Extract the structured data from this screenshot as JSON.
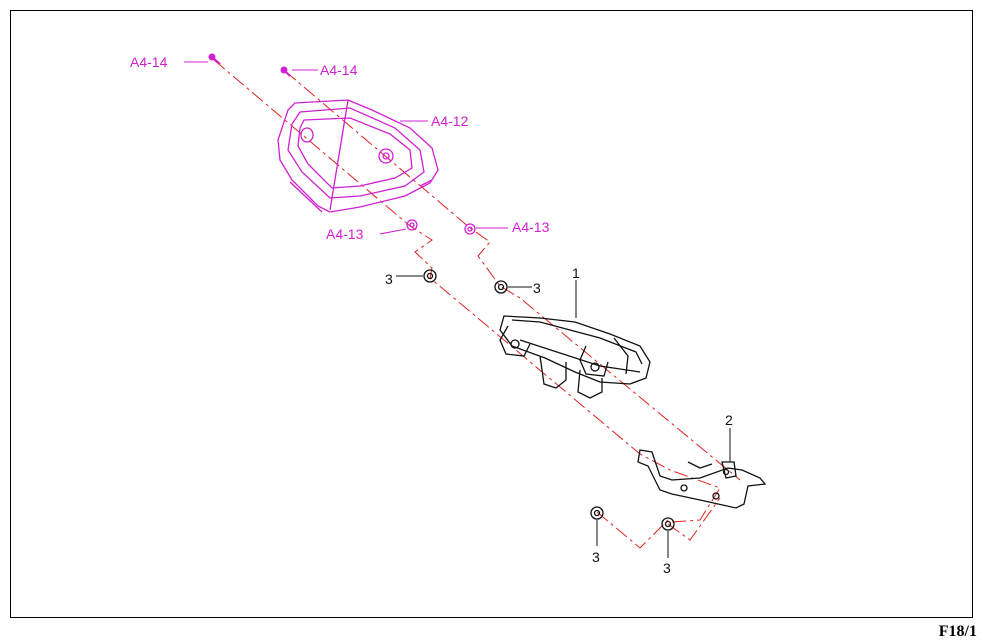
{
  "colors": {
    "magenta": "#d020d0",
    "red": "#e02020",
    "black": "#111111",
    "frame": "#000000"
  },
  "labels": {
    "a4_14_left": "A4-14",
    "a4_14_right": "A4-14",
    "a4_12": "A4-12",
    "a4_13_left": "A4-13",
    "a4_13_right": "A4-13",
    "num_1": "1",
    "num_2": "2",
    "num_3_upper_left": "3",
    "num_3_upper_right": "3",
    "num_3_lower_left": "3",
    "num_3_lower_right": "3"
  },
  "page_ref": "F18/1"
}
